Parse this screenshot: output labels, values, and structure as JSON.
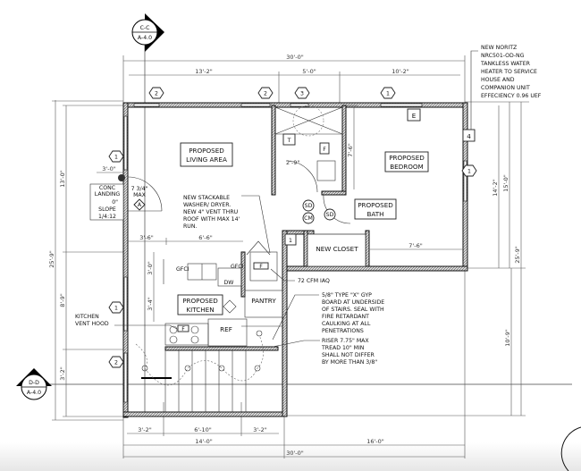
{
  "section_markers": [
    {
      "top": "C-C",
      "bottom": "A-4.0"
    },
    {
      "top": "D-D",
      "bottom": "A-4.0"
    }
  ],
  "dimensions": {
    "top_overall": "30'-0\"",
    "top_segments": [
      "13'-2\"",
      "5'-0\"",
      "10'-2\""
    ],
    "bottom_overall": "30'-0\"",
    "bottom_halves": [
      "14'-0\"",
      "16'-0\""
    ],
    "bottom_segments": [
      "3'-2\"",
      "6'-10\"",
      "3'-2\""
    ],
    "left_overall": "25'-9\"",
    "left_segments": [
      "13'-0\"",
      "8'-9\"",
      "3'-2\""
    ],
    "right_overall": "25'-9\"",
    "right_a": "14'-2\"",
    "right_b": "15'-0\"",
    "right_lower": "10'-9\"",
    "landing_width": "3'-0\"",
    "kitchen_a": "3'-6\"",
    "kitchen_b": "6'-6\"",
    "kitchen_v1": "3'-0\"",
    "kitchen_v2": "3'-4\"",
    "bath_height": "7'-6\"",
    "bath_clear": "2'-9\"",
    "closet_width": "7'-6\""
  },
  "rooms": {
    "living": [
      "PROPOSED",
      "LIVING AREA"
    ],
    "bedroom": [
      "PROPOSED",
      "BEDROOM"
    ],
    "bath": [
      "PROPOSED",
      "BATH"
    ],
    "closet": "NEW CLOSET",
    "kitchen": [
      "PROPOSED",
      "KITCHEN"
    ],
    "pantry": "PANTRY",
    "ref": "REF",
    "dw": "DW"
  },
  "landing": {
    "label": [
      "CONC",
      "LANDING"
    ],
    "slope": [
      "0\"",
      "SLOPE",
      "1/4:12"
    ],
    "step": [
      "7 3/4\"",
      "MAX"
    ],
    "door_tag": "A"
  },
  "notes": {
    "water_heater": [
      "NEW NORITZ",
      "NRC501-OD-NG",
      "TANKLESS WATER",
      "HEATER TO SERVICE",
      "HOUSE AND",
      "COMPANION UNIT",
      "EFFECIENCY 0.96 UEF"
    ],
    "washer": [
      "NEW STACKABLE",
      "WASHER/ DRYER.",
      "NEW 4\" VENT THRU",
      "ROOF WITH MAX 14'",
      "RUN."
    ],
    "iaq": "72 CFM IAQ",
    "gyp": [
      "5/8\" TYPE \"X\" GYP",
      "BOARD AT UNDERSIDE",
      "OF STAIRS. SEAL WITH",
      "FIRE RETARDANT",
      "CAULKING AT ALL",
      "PENETRATIONS"
    ],
    "riser": [
      "RISER 7.75\" MAX",
      "TREAD 10\" MIN",
      "SHALL NOT DIFFER",
      "BY MORE THAN 3/8\""
    ],
    "vent_hood": [
      "KITCHEN",
      "VENT HOOD"
    ]
  },
  "window_tags": [
    "2",
    "2",
    "3",
    "1",
    "1",
    "1",
    "1",
    "2"
  ],
  "square_tags": {
    "e": "E",
    "four": "4",
    "t": "T",
    "one": "1"
  },
  "devices": {
    "sd": "SD",
    "cm": "CM",
    "gfci": "GFCI",
    "fan": "F"
  }
}
